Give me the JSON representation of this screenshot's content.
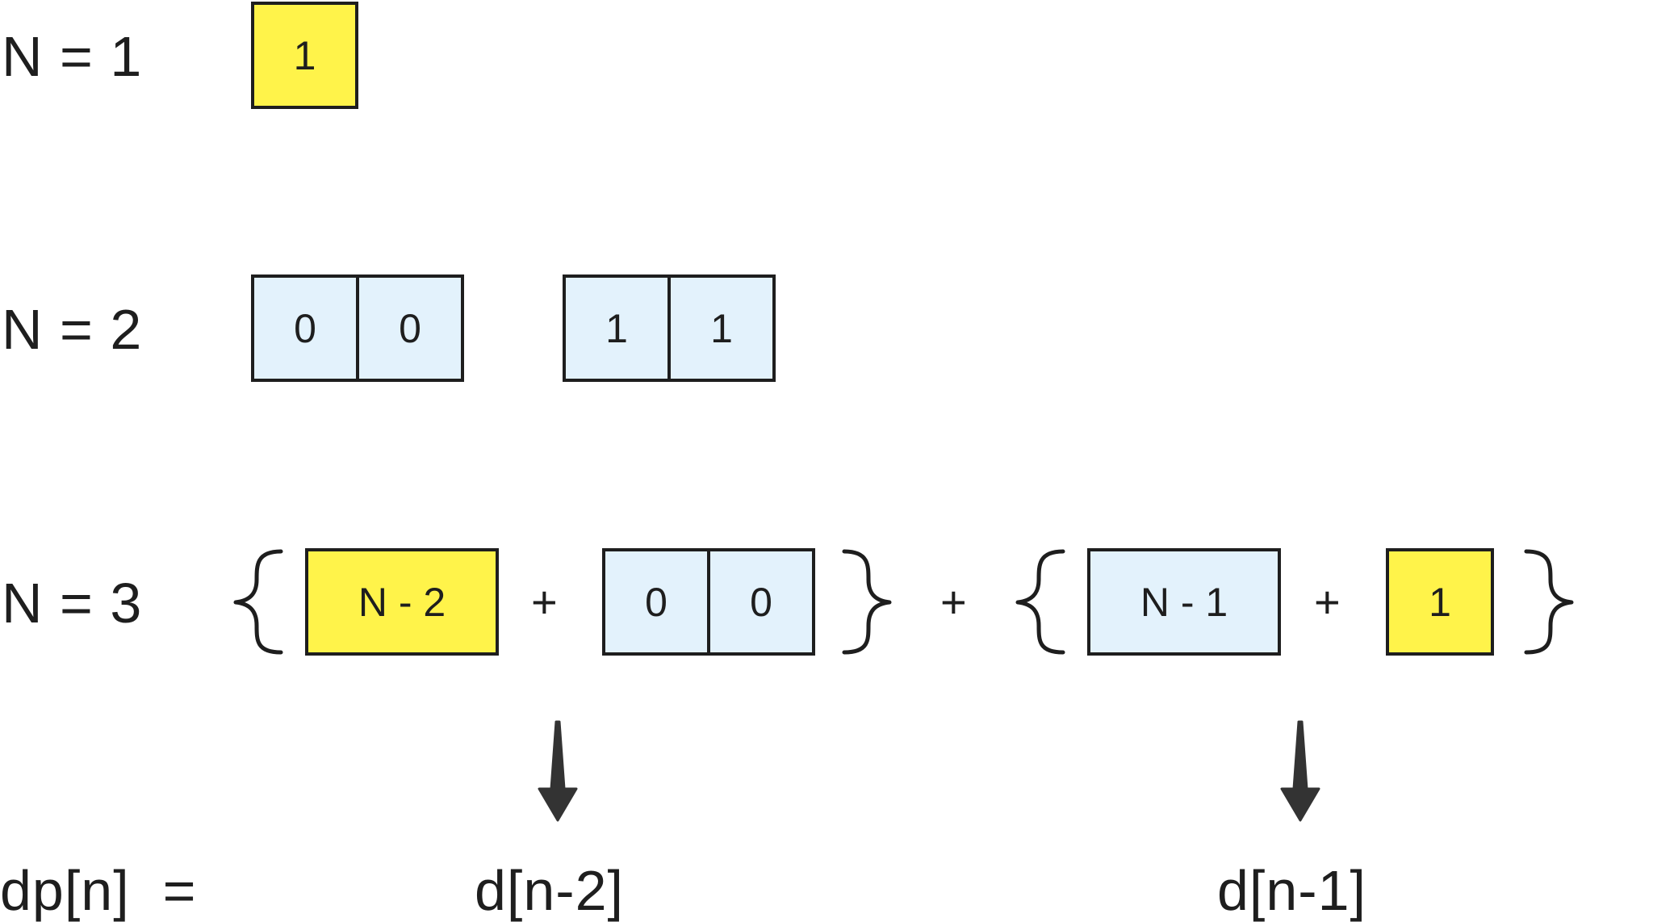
{
  "rows": {
    "n1": {
      "label": "N = 1",
      "cells": [
        "1"
      ]
    },
    "n2": {
      "label": "N = 2",
      "group_a": [
        "0",
        "0"
      ],
      "group_b": [
        "1",
        "1"
      ]
    },
    "n3": {
      "label": "N = 3",
      "left_group": {
        "first": "N - 2",
        "plus": "+",
        "tiles": [
          "0",
          "0"
        ]
      },
      "between_plus": "+",
      "right_group": {
        "first": "N - 1",
        "plus": "+",
        "tile": "1"
      }
    }
  },
  "formula": {
    "lhs": "dp[n]  =",
    "term_left": "d[n-2]",
    "term_right": "d[n-1]"
  },
  "colors": {
    "yellow": "#fff34a",
    "light_blue": "#e3f2fc",
    "stroke": "#1e1e1e"
  }
}
